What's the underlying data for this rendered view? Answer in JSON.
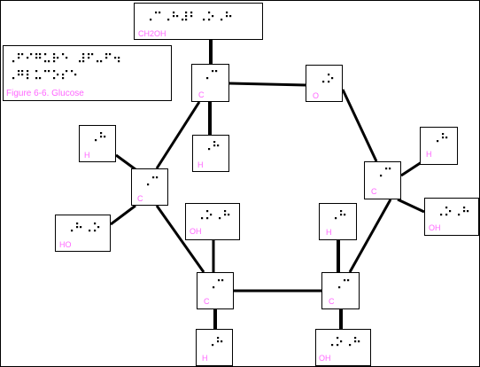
{
  "colors": {
    "line": "#000000",
    "label": "#ff66ff",
    "dot": "#000000",
    "background": "#ffffff"
  },
  "caption": {
    "braille": [
      "⠠⠋⠊⠛⠥⠗⠑ ⠼⠋⠤⠋⠲",
      "⠠⠛⠇⠥⠉⠕⠎⠑"
    ],
    "text": "Figure 6-6. Glucose"
  },
  "atoms": [
    {
      "key": "ch2oh",
      "braille": "⠠⠉⠠⠓⠼⠃⠠⠕⠠⠓",
      "label": "CH2OH"
    },
    {
      "key": "c-top",
      "braille": "⠠⠉",
      "label": "C"
    },
    {
      "key": "o-ring",
      "braille": "⠠⠕",
      "label": "O"
    },
    {
      "key": "h-top",
      "braille": "⠠⠓",
      "label": "H"
    },
    {
      "key": "h-left",
      "braille": "⠠⠓",
      "label": "H"
    },
    {
      "key": "c-left",
      "braille": "⠠⠉",
      "label": "C"
    },
    {
      "key": "ho-left",
      "braille": "⠠⠓⠠⠕",
      "label": "HO"
    },
    {
      "key": "h-right",
      "braille": "⠠⠓",
      "label": "H"
    },
    {
      "key": "c-right",
      "braille": "⠠⠉",
      "label": "C"
    },
    {
      "key": "oh-right",
      "braille": "⠠⠕⠠⠓",
      "label": "OH"
    },
    {
      "key": "oh-mid-left",
      "braille": "⠠⠕⠠⠓",
      "label": "OH"
    },
    {
      "key": "h-mid-right",
      "braille": "⠠⠓",
      "label": "H"
    },
    {
      "key": "c-bottom-left",
      "braille": "⠠⠉",
      "label": "C"
    },
    {
      "key": "c-bottom-right",
      "braille": "⠠⠉",
      "label": "C"
    },
    {
      "key": "h-bottom",
      "braille": "⠠⠓",
      "label": "H"
    },
    {
      "key": "oh-bottom",
      "braille": "⠠⠕⠠⠓",
      "label": "OH"
    }
  ]
}
